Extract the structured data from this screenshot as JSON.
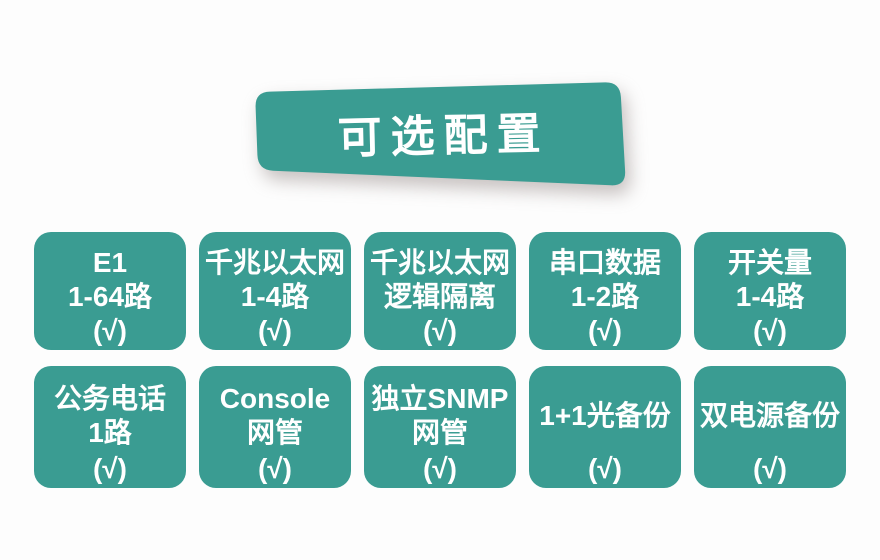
{
  "theme": {
    "teal": "#3a9c92",
    "text_color": "#ffffff",
    "background": "#fdfdfd"
  },
  "banner": {
    "title": "可选配置"
  },
  "cards": [
    {
      "lines": [
        "E1",
        "1-64路"
      ],
      "check": "(√)"
    },
    {
      "lines": [
        "千兆以太网",
        "1-4路"
      ],
      "check": "(√)"
    },
    {
      "lines": [
        "千兆以太网",
        "逻辑隔离"
      ],
      "check": "(√)"
    },
    {
      "lines": [
        "串口数据",
        "1-2路"
      ],
      "check": "(√)"
    },
    {
      "lines": [
        "开关量",
        "1-4路"
      ],
      "check": "(√)"
    },
    {
      "lines": [
        "公务电话",
        "1路"
      ],
      "check": "(√)"
    },
    {
      "lines": [
        "Console",
        "网管"
      ],
      "check": "(√)"
    },
    {
      "lines": [
        "独立SNMP",
        "网管"
      ],
      "check": "(√)"
    },
    {
      "lines": [
        "1+1光备份"
      ],
      "check": "(√)"
    },
    {
      "lines": [
        "双电源备份"
      ],
      "check": "(√)"
    }
  ]
}
